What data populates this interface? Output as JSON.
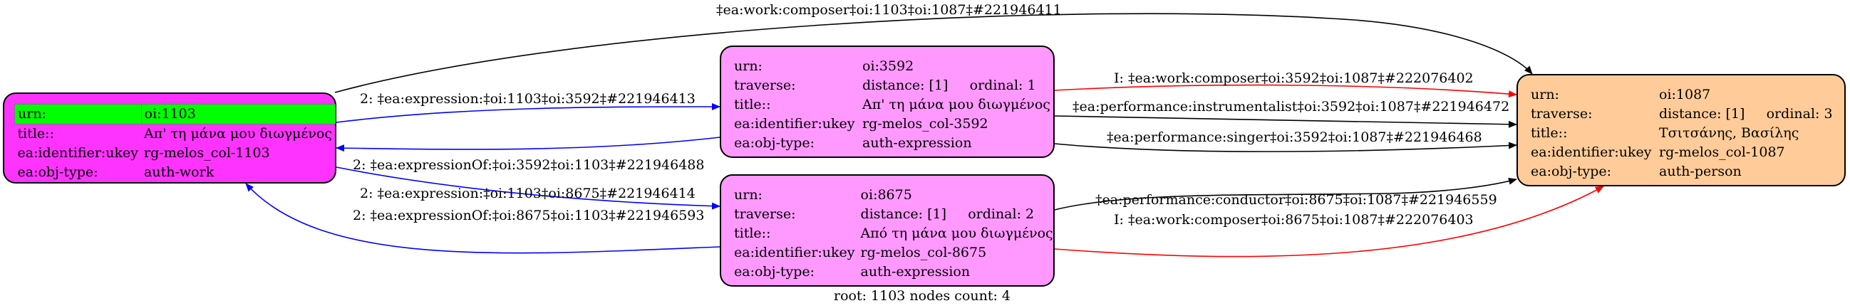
{
  "nodes": {
    "n1103": {
      "fill": "#ff33ff",
      "rows": [
        {
          "k": "urn:",
          "v": "oi:1103"
        },
        {
          "k": "title::",
          "v": "Απ' τη μάνα μου διωγμένος"
        },
        {
          "k": "ea:identifier:ukey",
          "v": "rg-melos_col-1103"
        },
        {
          "k": "ea:obj-type:",
          "v": "auth-work"
        }
      ]
    },
    "n3592": {
      "fill": "#ff99ff",
      "rows": [
        {
          "k": "urn:",
          "v": "oi:3592"
        },
        {
          "k": "traverse:",
          "v": "distance: [1]",
          "v2": "ordinal: 1"
        },
        {
          "k": "title::",
          "v": "Απ' τη μάνα μου διωγμένος"
        },
        {
          "k": "ea:identifier:ukey",
          "v": "rg-melos_col-3592"
        },
        {
          "k": "ea:obj-type:",
          "v": "auth-expression"
        }
      ]
    },
    "n8675": {
      "fill": "#ff99ff",
      "rows": [
        {
          "k": "urn:",
          "v": "oi:8675"
        },
        {
          "k": "traverse:",
          "v": "distance: [1]",
          "v2": "ordinal: 2"
        },
        {
          "k": "title::",
          "v": "Από τη μάνα μου διωγμένος"
        },
        {
          "k": "ea:identifier:ukey",
          "v": "rg-melos_col-8675"
        },
        {
          "k": "ea:obj-type:",
          "v": "auth-expression"
        }
      ]
    },
    "n1087": {
      "fill": "#ffcc99",
      "rows": [
        {
          "k": "urn:",
          "v": "oi:1087"
        },
        {
          "k": "traverse:",
          "v": "distance: [1]",
          "v2": "ordinal: 3"
        },
        {
          "k": "title::",
          "v": "Τσιτσάνης, Βασίλης"
        },
        {
          "k": "ea:identifier:ukey",
          "v": "rg-melos_col-1087"
        },
        {
          "k": "ea:obj-type:",
          "v": "auth-person"
        }
      ]
    }
  },
  "edges": {
    "e1": {
      "label": "‡ea:work:composer‡oi:1103‡oi:1087‡#221946411",
      "color": "#000000"
    },
    "e2": {
      "label": "2: ‡ea:expression:‡oi:1103‡oi:3592‡#221946413",
      "color": "#0000ff"
    },
    "e3": {
      "label": "2: ‡ea:expressionOf:‡oi:3592‡oi:1103‡#221946488",
      "color": "#0000ff"
    },
    "e4": {
      "label": "2: ‡ea:expression:‡oi:1103‡oi:8675‡#221946414",
      "color": "#0000ff"
    },
    "e5": {
      "label": "2: ‡ea:expressionOf:‡oi:8675‡oi:1103‡#221946593",
      "color": "#0000ff"
    },
    "e6": {
      "label": "I: ‡ea:work:composer‡oi:3592‡oi:1087‡#222076402",
      "color": "#ff0000"
    },
    "e7": {
      "label": "‡ea:performance:instrumentalist‡oi:3592‡oi:1087‡#221946472",
      "color": "#000000"
    },
    "e8": {
      "label": "‡ea:performance:singer‡oi:3592‡oi:1087‡#221946468",
      "color": "#000000"
    },
    "e9": {
      "label": "‡ea:performance:conductor‡oi:8675‡oi:1087‡#221946559",
      "color": "#000000"
    },
    "e10": {
      "label": "I: ‡ea:work:composer‡oi:8675‡oi:1087‡#222076403",
      "color": "#ff0000"
    }
  },
  "footer": "root: 1103 nodes count: 4"
}
